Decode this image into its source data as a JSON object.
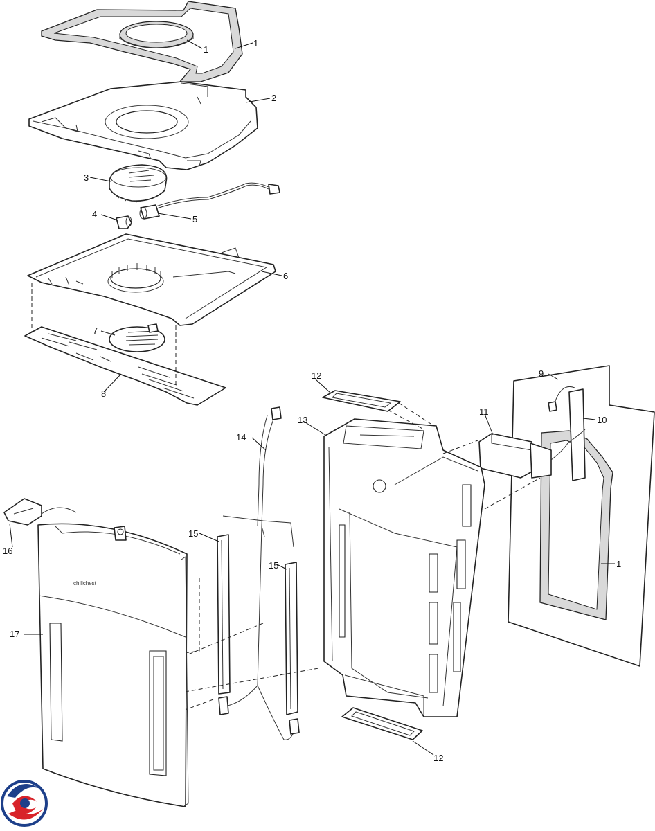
{
  "callouts": [
    {
      "id": "c1a",
      "label": "1"
    },
    {
      "id": "c1b",
      "label": "1"
    },
    {
      "id": "c2",
      "label": "2"
    },
    {
      "id": "c3",
      "label": "3"
    },
    {
      "id": "c4",
      "label": "4"
    },
    {
      "id": "c5",
      "label": "5"
    },
    {
      "id": "c6",
      "label": "6"
    },
    {
      "id": "c7",
      "label": "7"
    },
    {
      "id": "c8",
      "label": "8"
    },
    {
      "id": "c9",
      "label": "9"
    },
    {
      "id": "c10",
      "label": "10"
    },
    {
      "id": "c11",
      "label": "11"
    },
    {
      "id": "c12a",
      "label": "12"
    },
    {
      "id": "c12b",
      "label": "12"
    },
    {
      "id": "c13",
      "label": "13"
    },
    {
      "id": "c14",
      "label": "14"
    },
    {
      "id": "c15a",
      "label": "15"
    },
    {
      "id": "c15b",
      "label": "15"
    },
    {
      "id": "c16",
      "label": "16"
    },
    {
      "id": "c17",
      "label": "17"
    },
    {
      "id": "c1c",
      "label": "1"
    }
  ],
  "front_cover_text": "chillchest",
  "logo": {
    "icon": "swirl-logo-icon",
    "colors": [
      "#1d3f8a",
      "#d8232a"
    ]
  }
}
